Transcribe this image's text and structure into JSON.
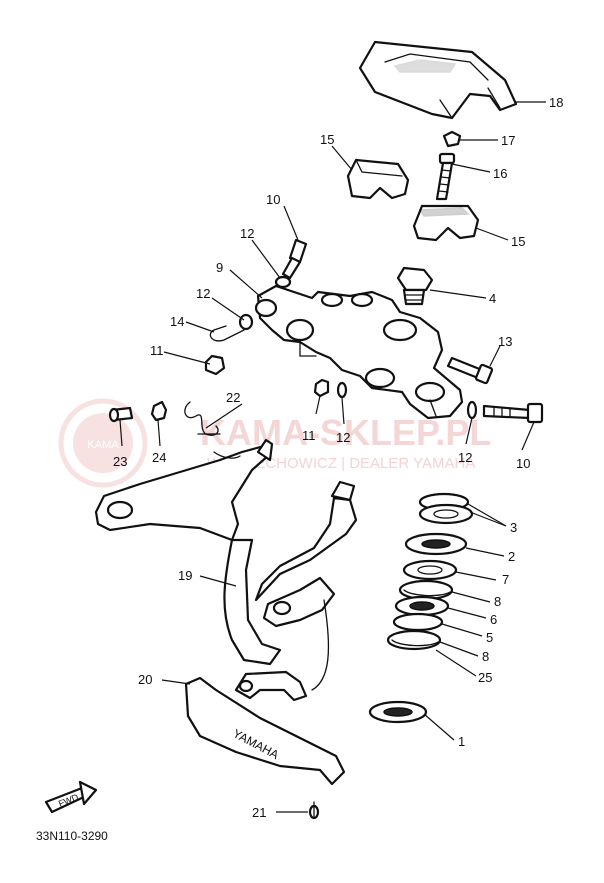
{
  "watermark": {
    "brand": "KAMA-SKLEP.PL",
    "subtitle": "WOJCIECHOWICZ | DEALER YAMAHA",
    "logo_text": "KAMA",
    "color": "#f1c9c9"
  },
  "callouts": {
    "c1": "1",
    "c2": "2",
    "c3": "3",
    "c4": "4",
    "c5": "5",
    "c6": "6",
    "c7": "7",
    "c8a": "8",
    "c8b": "8",
    "c9": "9",
    "c10a": "10",
    "c10b": "10",
    "c11a": "11",
    "c11b": "11",
    "c12a": "12",
    "c12b": "12",
    "c12c": "12",
    "c12d": "12",
    "c13": "13",
    "c14": "14",
    "c15a": "15",
    "c15b": "15",
    "c16": "16",
    "c17": "17",
    "c18": "18",
    "c19": "19",
    "c20": "20",
    "c21": "21",
    "c22": "22",
    "c23": "23",
    "c24": "24",
    "c25": "25"
  },
  "fwd_label": "FWD",
  "cover_text": "YAMAHA",
  "drawing_code": "33N110-3290"
}
